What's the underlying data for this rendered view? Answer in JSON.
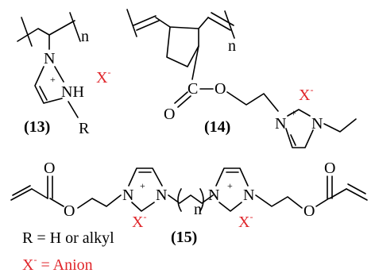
{
  "colors": {
    "bond": "#000000",
    "anion": "#e0262b"
  },
  "compound13": {
    "label": "(13)",
    "repeat": "n",
    "n1": "N",
    "plus": "+",
    "nh": "NH",
    "r": "R",
    "anion": "X",
    "anion_charge": "-"
  },
  "compound14": {
    "label": "(14)",
    "repeat": "n",
    "c": "C",
    "o_dbl": "O",
    "o_ester": "O",
    "n1": "N",
    "plus": "+",
    "n3": "N",
    "anion": "X",
    "anion_charge": "-"
  },
  "compound15": {
    "label": "(15)",
    "o1": "O",
    "o2": "O",
    "o3": "O",
    "o4": "O",
    "n_a": "N",
    "n_b": "N",
    "n_c": "N",
    "n_d": "N",
    "plus_left": "+",
    "plus_right": "+",
    "repeat": "n",
    "anion_left": "X",
    "anion_right": "X",
    "anion_charge": "-"
  },
  "legend": {
    "r_def": "R = H or alkyl",
    "x_prefix": "X",
    "x_charge": "-",
    "x_def": " = Anion"
  }
}
